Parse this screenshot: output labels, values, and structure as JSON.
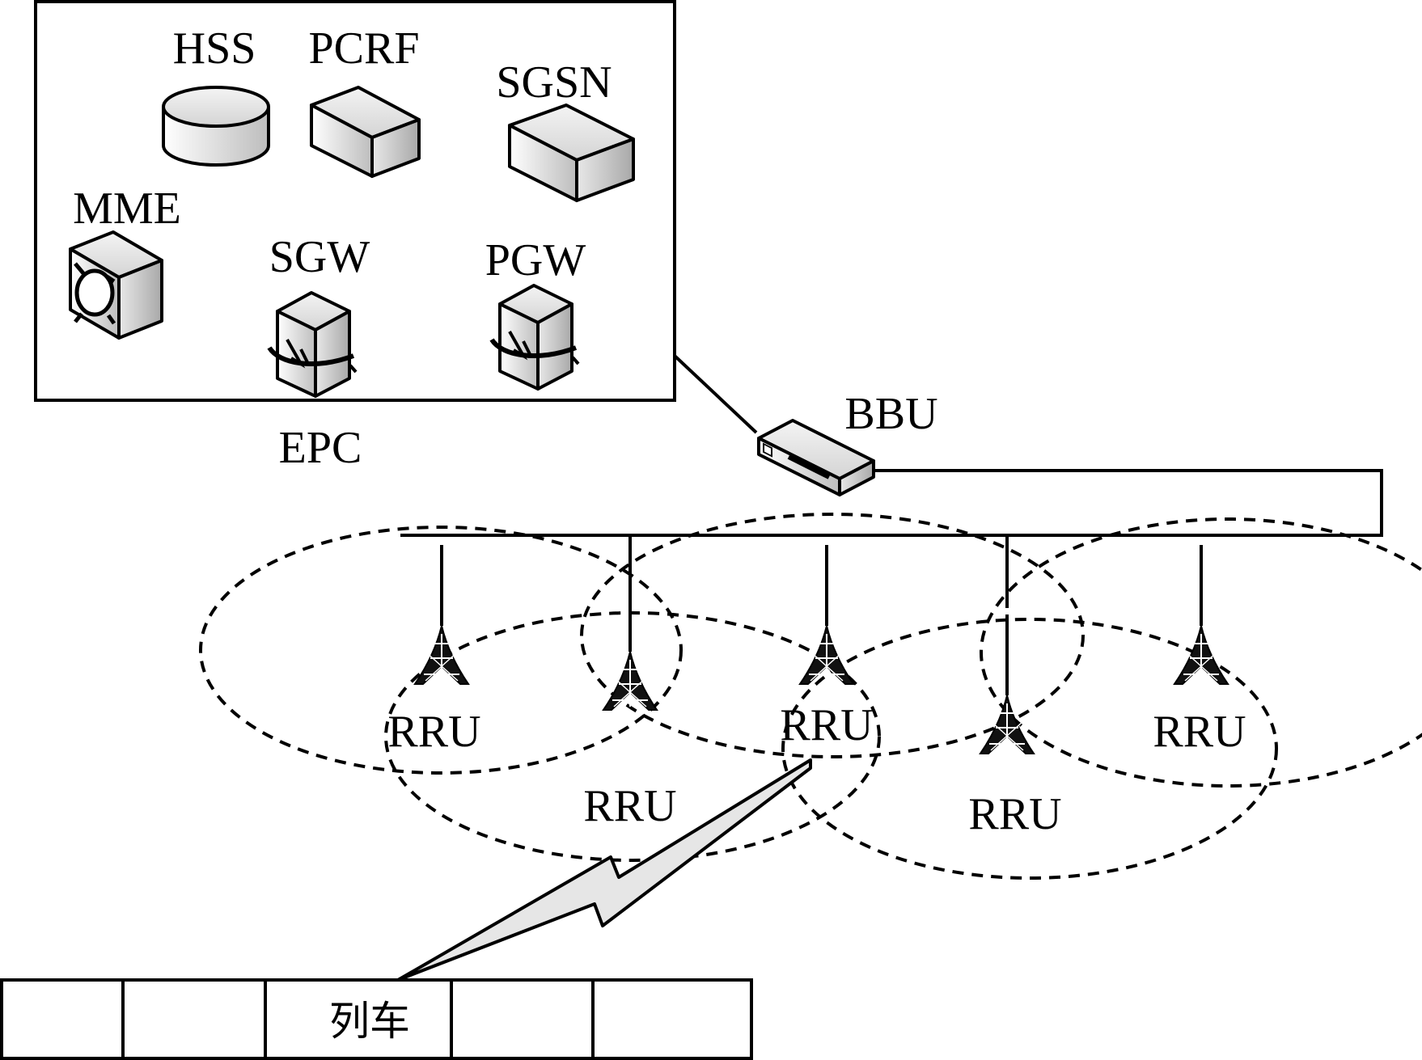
{
  "epc": {
    "label": "EPC",
    "nodes": {
      "hss": "HSS",
      "pcrf": "PCRF",
      "sgsn": "SGSN",
      "mme": "MME",
      "sgw": "SGW",
      "pgw": "PGW"
    }
  },
  "bbu": {
    "label": "BBU"
  },
  "rru": {
    "labels": [
      "RRU",
      "RRU",
      "RRU",
      "RRU",
      "RRU"
    ]
  },
  "train": {
    "label": "列车",
    "car_count": 5
  }
}
